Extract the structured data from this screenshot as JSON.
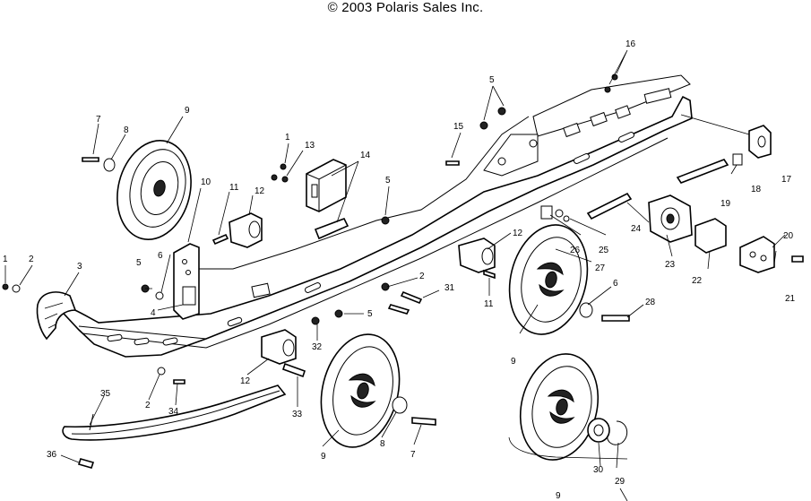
{
  "header": {
    "copyright": "© 2003 Polaris Sales Inc."
  },
  "callouts": {
    "c1a": "1",
    "c1b": "1",
    "c2a": "2",
    "c2b": "2",
    "c2c": "2",
    "c3": "3",
    "c4": "4",
    "c5a": "5",
    "c5b": "5",
    "c5c": "5",
    "c5d": "5",
    "c6a": "6",
    "c6b": "6",
    "c7a": "7",
    "c7b": "7",
    "c8a": "8",
    "c8b": "8",
    "c9a": "9",
    "c9b": "9",
    "c9c": "9",
    "c9d": "9",
    "c10": "10",
    "c11a": "11",
    "c11b": "11",
    "c12a": "12",
    "c12b": "12",
    "c12c": "12",
    "c13": "13",
    "c14": "14",
    "c15": "15",
    "c16": "16",
    "c17": "17",
    "c18": "18",
    "c19": "19",
    "c20": "20",
    "c21": "21",
    "c22": "22",
    "c23": "23",
    "c24": "24",
    "c25": "25",
    "c26": "26",
    "c27": "27",
    "c28": "28",
    "c29": "29",
    "c30": "30",
    "c31": "31",
    "c32": "32",
    "c33": "33",
    "c34": "34",
    "c35": "35",
    "c36": "36"
  }
}
